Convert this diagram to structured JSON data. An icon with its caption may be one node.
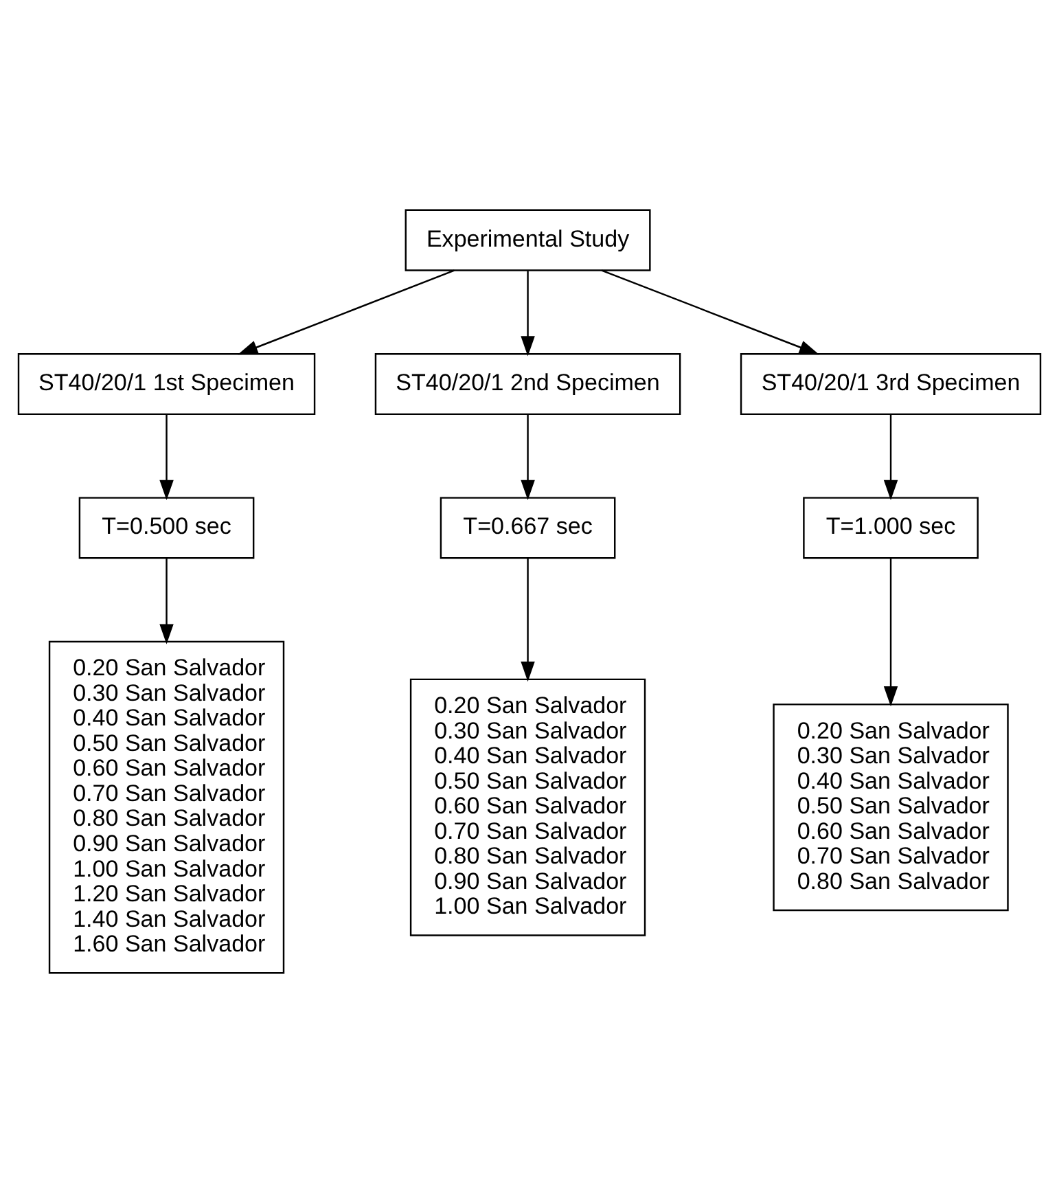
{
  "diagram": {
    "nodes": [
      {
        "text": [
          "Experimental Study"
        ]
      },
      {
        "text": [
          "ST40/20/1 1st Specimen"
        ]
      },
      {
        "text": [
          "ST40/20/1 2nd Specimen"
        ]
      },
      {
        "text": [
          "ST40/20/1 3rd Specimen"
        ]
      },
      {
        "text": [
          "T=0.500 sec"
        ]
      },
      {
        "text": [
          "T=0.667 sec"
        ]
      },
      {
        "text": [
          "T=1.000 sec"
        ]
      },
      {
        "text": [
          "0.20 San Salvador",
          "0.30 San Salvador",
          "0.40 San Salvador",
          "0.50 San Salvador",
          "0.60 San Salvador",
          "0.70 San Salvador",
          "0.80 San Salvador",
          "0.90 San Salvador",
          "1.00 San Salvador",
          "1.20 San Salvador",
          "1.40 San Salvador",
          "1.60 San Salvador"
        ]
      },
      {
        "text": [
          "0.20 San Salvador",
          "0.30 San Salvador",
          "0.40 San Salvador",
          "0.50 San Salvador",
          "0.60 San Salvador",
          "0.70 San Salvador",
          "0.80 San Salvador",
          "0.90 San Salvador",
          "1.00 San Salvador"
        ]
      },
      {
        "text": [
          "0.20 San Salvador",
          "0.30 San Salvador",
          "0.40 San Salvador",
          "0.50 San Salvador",
          "0.60 San Salvador",
          "0.70 San Salvador",
          "0.80 San Salvador"
        ]
      }
    ],
    "edges": [
      {
        "from": 0,
        "to": 1,
        "arrow": "to"
      },
      {
        "from": 0,
        "to": 2,
        "arrow": "to"
      },
      {
        "from": 0,
        "to": 3,
        "arrow": "to"
      },
      {
        "from": 1,
        "to": 4,
        "arrow": "to"
      },
      {
        "from": 2,
        "to": 5,
        "arrow": "to"
      },
      {
        "from": 3,
        "to": 6,
        "arrow": "to"
      },
      {
        "from": 4,
        "to": 7,
        "arrow": "to"
      },
      {
        "from": 5,
        "to": 8,
        "arrow": "to"
      },
      {
        "from": 6,
        "to": 9,
        "arrow": "to"
      }
    ]
  }
}
